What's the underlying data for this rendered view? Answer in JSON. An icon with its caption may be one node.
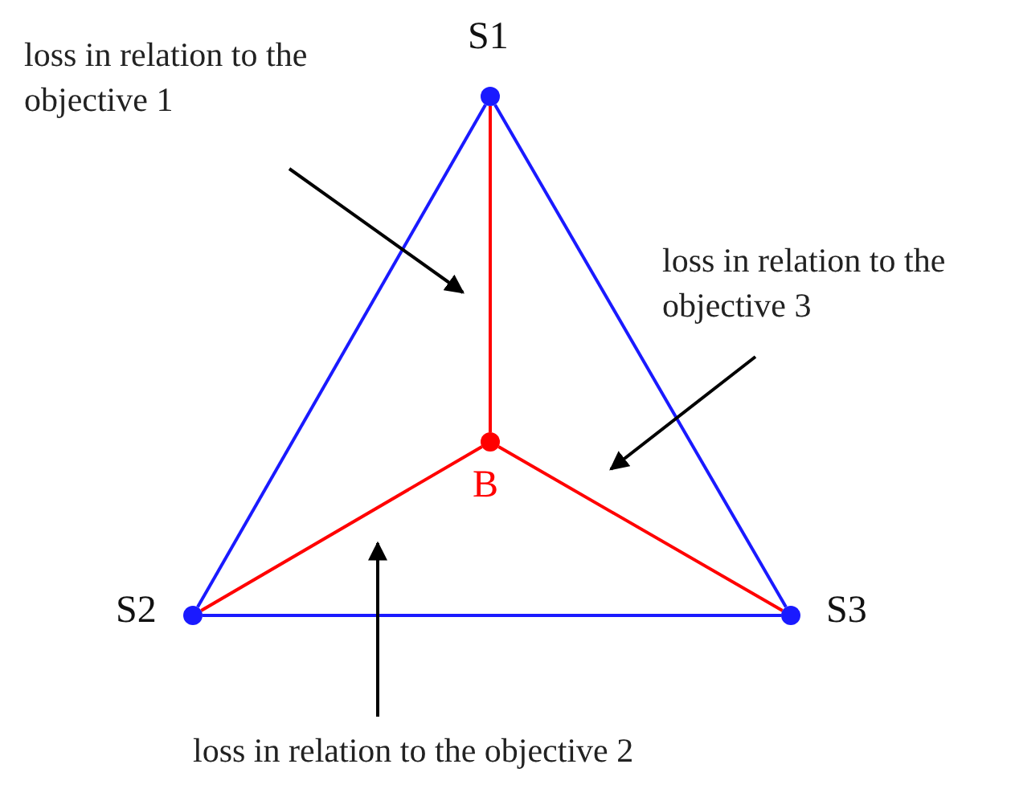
{
  "diagram": {
    "nodes": [
      {
        "text": [
          "loss in relation to the objective 1"
        ]
      },
      {
        "text": [
          "S1"
        ]
      },
      {
        "text": [
          "loss in relation to the objective 3"
        ]
      },
      {
        "text": [
          "B"
        ]
      },
      {
        "text": [
          "S2"
        ]
      },
      {
        "text": [
          "S3"
        ]
      },
      {
        "text": [
          "loss in relation to the objective 2"
        ]
      }
    ],
    "edges": [
      {
        "from": 1,
        "to": 4,
        "arrow": "none",
        "color": "#1a1aff"
      },
      {
        "from": 1,
        "to": 5,
        "arrow": "none",
        "color": "#1a1aff"
      },
      {
        "from": 4,
        "to": 5,
        "arrow": "none",
        "color": "#1a1aff"
      },
      {
        "from": 1,
        "to": 3,
        "arrow": "none",
        "color": "#ff0000"
      },
      {
        "from": 3,
        "to": 4,
        "arrow": "none",
        "color": "#ff0000"
      },
      {
        "from": 3,
        "to": 5,
        "arrow": "none",
        "color": "#ff0000"
      },
      {
        "from": 0,
        "to": null,
        "arrow": "to",
        "color": "#000000"
      },
      {
        "from": 2,
        "to": null,
        "arrow": "to",
        "color": "#000000"
      },
      {
        "from": 6,
        "to": null,
        "arrow": "to",
        "color": "#000000"
      }
    ]
  }
}
